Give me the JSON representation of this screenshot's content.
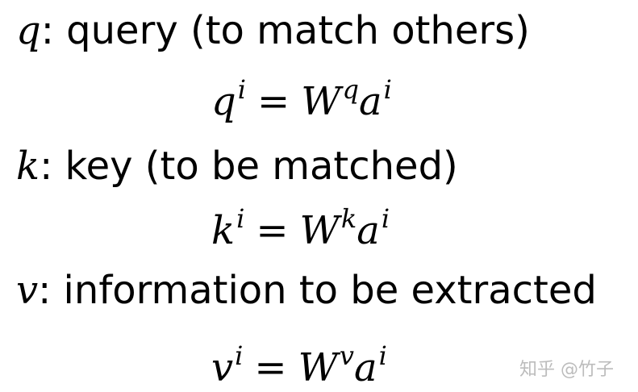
{
  "definitions": [
    {
      "symbol": "q",
      "text": ": query (to match others)",
      "equation": {
        "lhs": "q",
        "lhs_sup": "i",
        "op": "=",
        "w": "W",
        "w_sup": "q",
        "rhs": "a",
        "rhs_sup": "i"
      }
    },
    {
      "symbol": "k",
      "text": ": key (to be matched)",
      "equation": {
        "lhs": "k",
        "lhs_sup": "i",
        "op": "=",
        "w": "W",
        "w_sup": "k",
        "rhs": "a",
        "rhs_sup": "i"
      }
    },
    {
      "symbol": "v",
      "text": ": information to be extracted",
      "equation": {
        "lhs": "v",
        "lhs_sup": "i",
        "op": "=",
        "w": "W",
        "w_sup": "v",
        "rhs": "a",
        "rhs_sup": "i"
      }
    }
  ],
  "watermark": "知乎 @竹子"
}
